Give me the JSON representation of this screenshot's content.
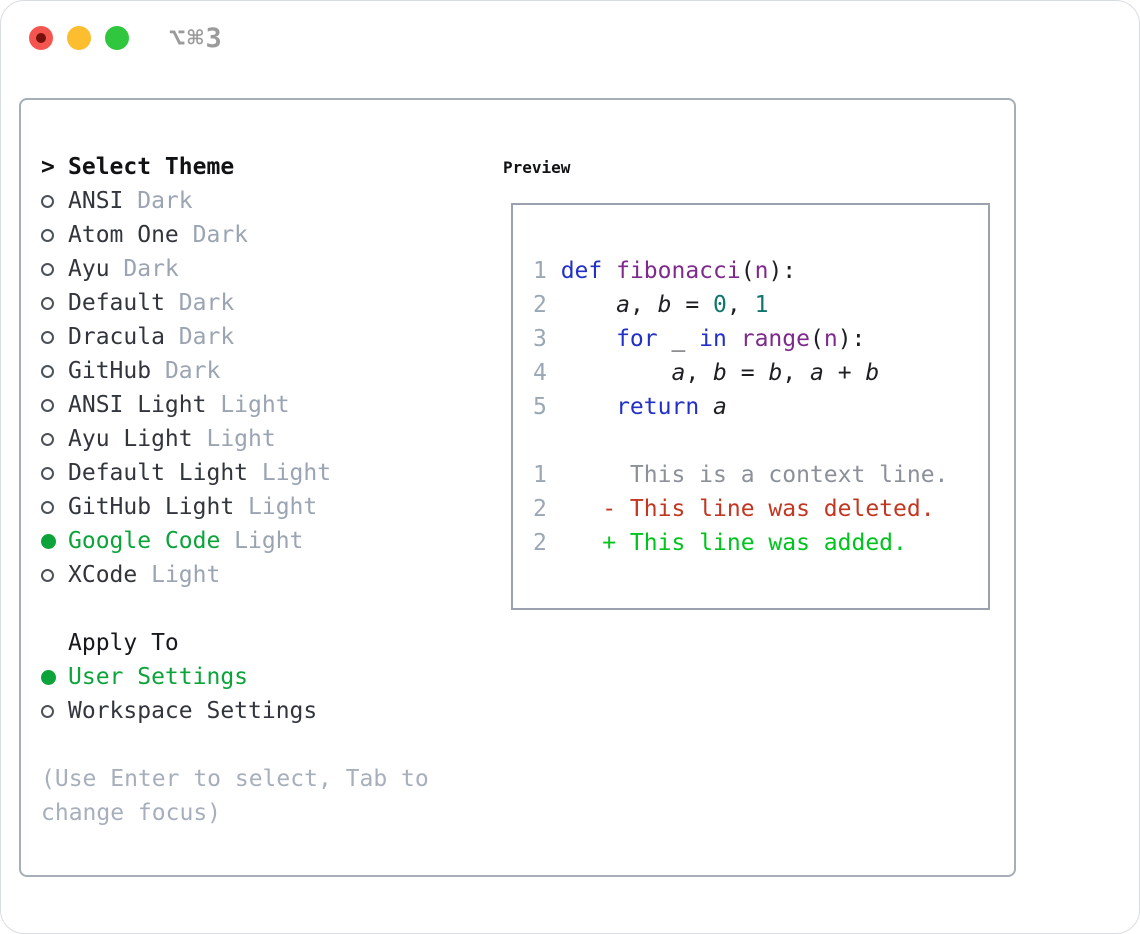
{
  "window": {
    "hotkey": "⌥⌘3"
  },
  "theme_panel": {
    "prompt": ">",
    "title": "Select Theme",
    "items": [
      {
        "label": "ANSI",
        "variant": "Dark",
        "selected": false
      },
      {
        "label": "Atom One",
        "variant": "Dark",
        "selected": false
      },
      {
        "label": "Ayu",
        "variant": "Dark",
        "selected": false
      },
      {
        "label": "Default",
        "variant": "Dark",
        "selected": false
      },
      {
        "label": "Dracula",
        "variant": "Dark",
        "selected": false
      },
      {
        "label": "GitHub",
        "variant": "Dark",
        "selected": false
      },
      {
        "label": "ANSI Light",
        "variant": "Light",
        "selected": false
      },
      {
        "label": "Ayu Light",
        "variant": "Light",
        "selected": false
      },
      {
        "label": "Default Light",
        "variant": "Light",
        "selected": false
      },
      {
        "label": "GitHub Light",
        "variant": "Light",
        "selected": false
      },
      {
        "label": "Google Code",
        "variant": "Light",
        "selected": true
      },
      {
        "label": "XCode",
        "variant": "Light",
        "selected": false
      }
    ],
    "apply_to": {
      "title": "Apply To",
      "options": [
        {
          "label": "User Settings",
          "selected": true
        },
        {
          "label": "Workspace Settings",
          "selected": false
        }
      ]
    },
    "hint": "(Use Enter to select, Tab to change focus)"
  },
  "preview": {
    "title": "Preview",
    "code": [
      {
        "num": "1",
        "tokens": [
          [
            "kw",
            "def"
          ],
          [
            "pln",
            " "
          ],
          [
            "fn",
            "fibonacci"
          ],
          [
            "pln",
            "("
          ],
          [
            "fn",
            "n"
          ],
          [
            "pln",
            "):"
          ]
        ]
      },
      {
        "num": "2",
        "tokens": [
          [
            "pln",
            "    "
          ],
          [
            "var",
            "a"
          ],
          [
            "pln",
            ", "
          ],
          [
            "var",
            "b"
          ],
          [
            "pln",
            " = "
          ],
          [
            "num",
            "0"
          ],
          [
            "pln",
            ", "
          ],
          [
            "num",
            "1"
          ]
        ]
      },
      {
        "num": "3",
        "tokens": [
          [
            "pln",
            "    "
          ],
          [
            "kw",
            "for"
          ],
          [
            "pln",
            " _ "
          ],
          [
            "kw",
            "in"
          ],
          [
            "pln",
            " "
          ],
          [
            "fn",
            "range"
          ],
          [
            "pln",
            "("
          ],
          [
            "fn",
            "n"
          ],
          [
            "pln",
            "):"
          ]
        ]
      },
      {
        "num": "4",
        "tokens": [
          [
            "pln",
            "        "
          ],
          [
            "var",
            "a"
          ],
          [
            "pln",
            ", "
          ],
          [
            "var",
            "b"
          ],
          [
            "pln",
            " = "
          ],
          [
            "var",
            "b"
          ],
          [
            "pln",
            ", "
          ],
          [
            "var",
            "a"
          ],
          [
            "pln",
            " + "
          ],
          [
            "var",
            "b"
          ]
        ]
      },
      {
        "num": "5",
        "tokens": [
          [
            "pln",
            "    "
          ],
          [
            "kw",
            "return"
          ],
          [
            "pln",
            " "
          ],
          [
            "var",
            "a"
          ]
        ]
      }
    ],
    "diff": [
      {
        "num": "1",
        "kind": "context",
        "text": "     This is a context line."
      },
      {
        "num": "2",
        "kind": "deleted",
        "text": "   - This line was deleted."
      },
      {
        "num": "2",
        "kind": "added",
        "text": "   + This line was added."
      }
    ]
  },
  "colors": {
    "accent_green": "#0ca43a",
    "keyword": "#2230c5",
    "function": "#7e2a8c",
    "number_literal": "#12756d",
    "code_plain": "#1d1f23",
    "line_number": "#9aa7b4",
    "diff_context": "#8b9099",
    "diff_deleted": "#c23722",
    "diff_added": "#00c41e",
    "text_primary": "#32363c",
    "text_muted": "#9aa4b2",
    "hint": "#a7afbc",
    "border_outer": "#a7aeb8",
    "border_preview": "#9aa2ad",
    "window_border": "#d9dde2",
    "traffic_red": "#f4564f",
    "traffic_red_dot": "#76100a",
    "traffic_yellow": "#fcbd2f",
    "traffic_green": "#30c63e",
    "hotkey": "#9b9b9b"
  }
}
